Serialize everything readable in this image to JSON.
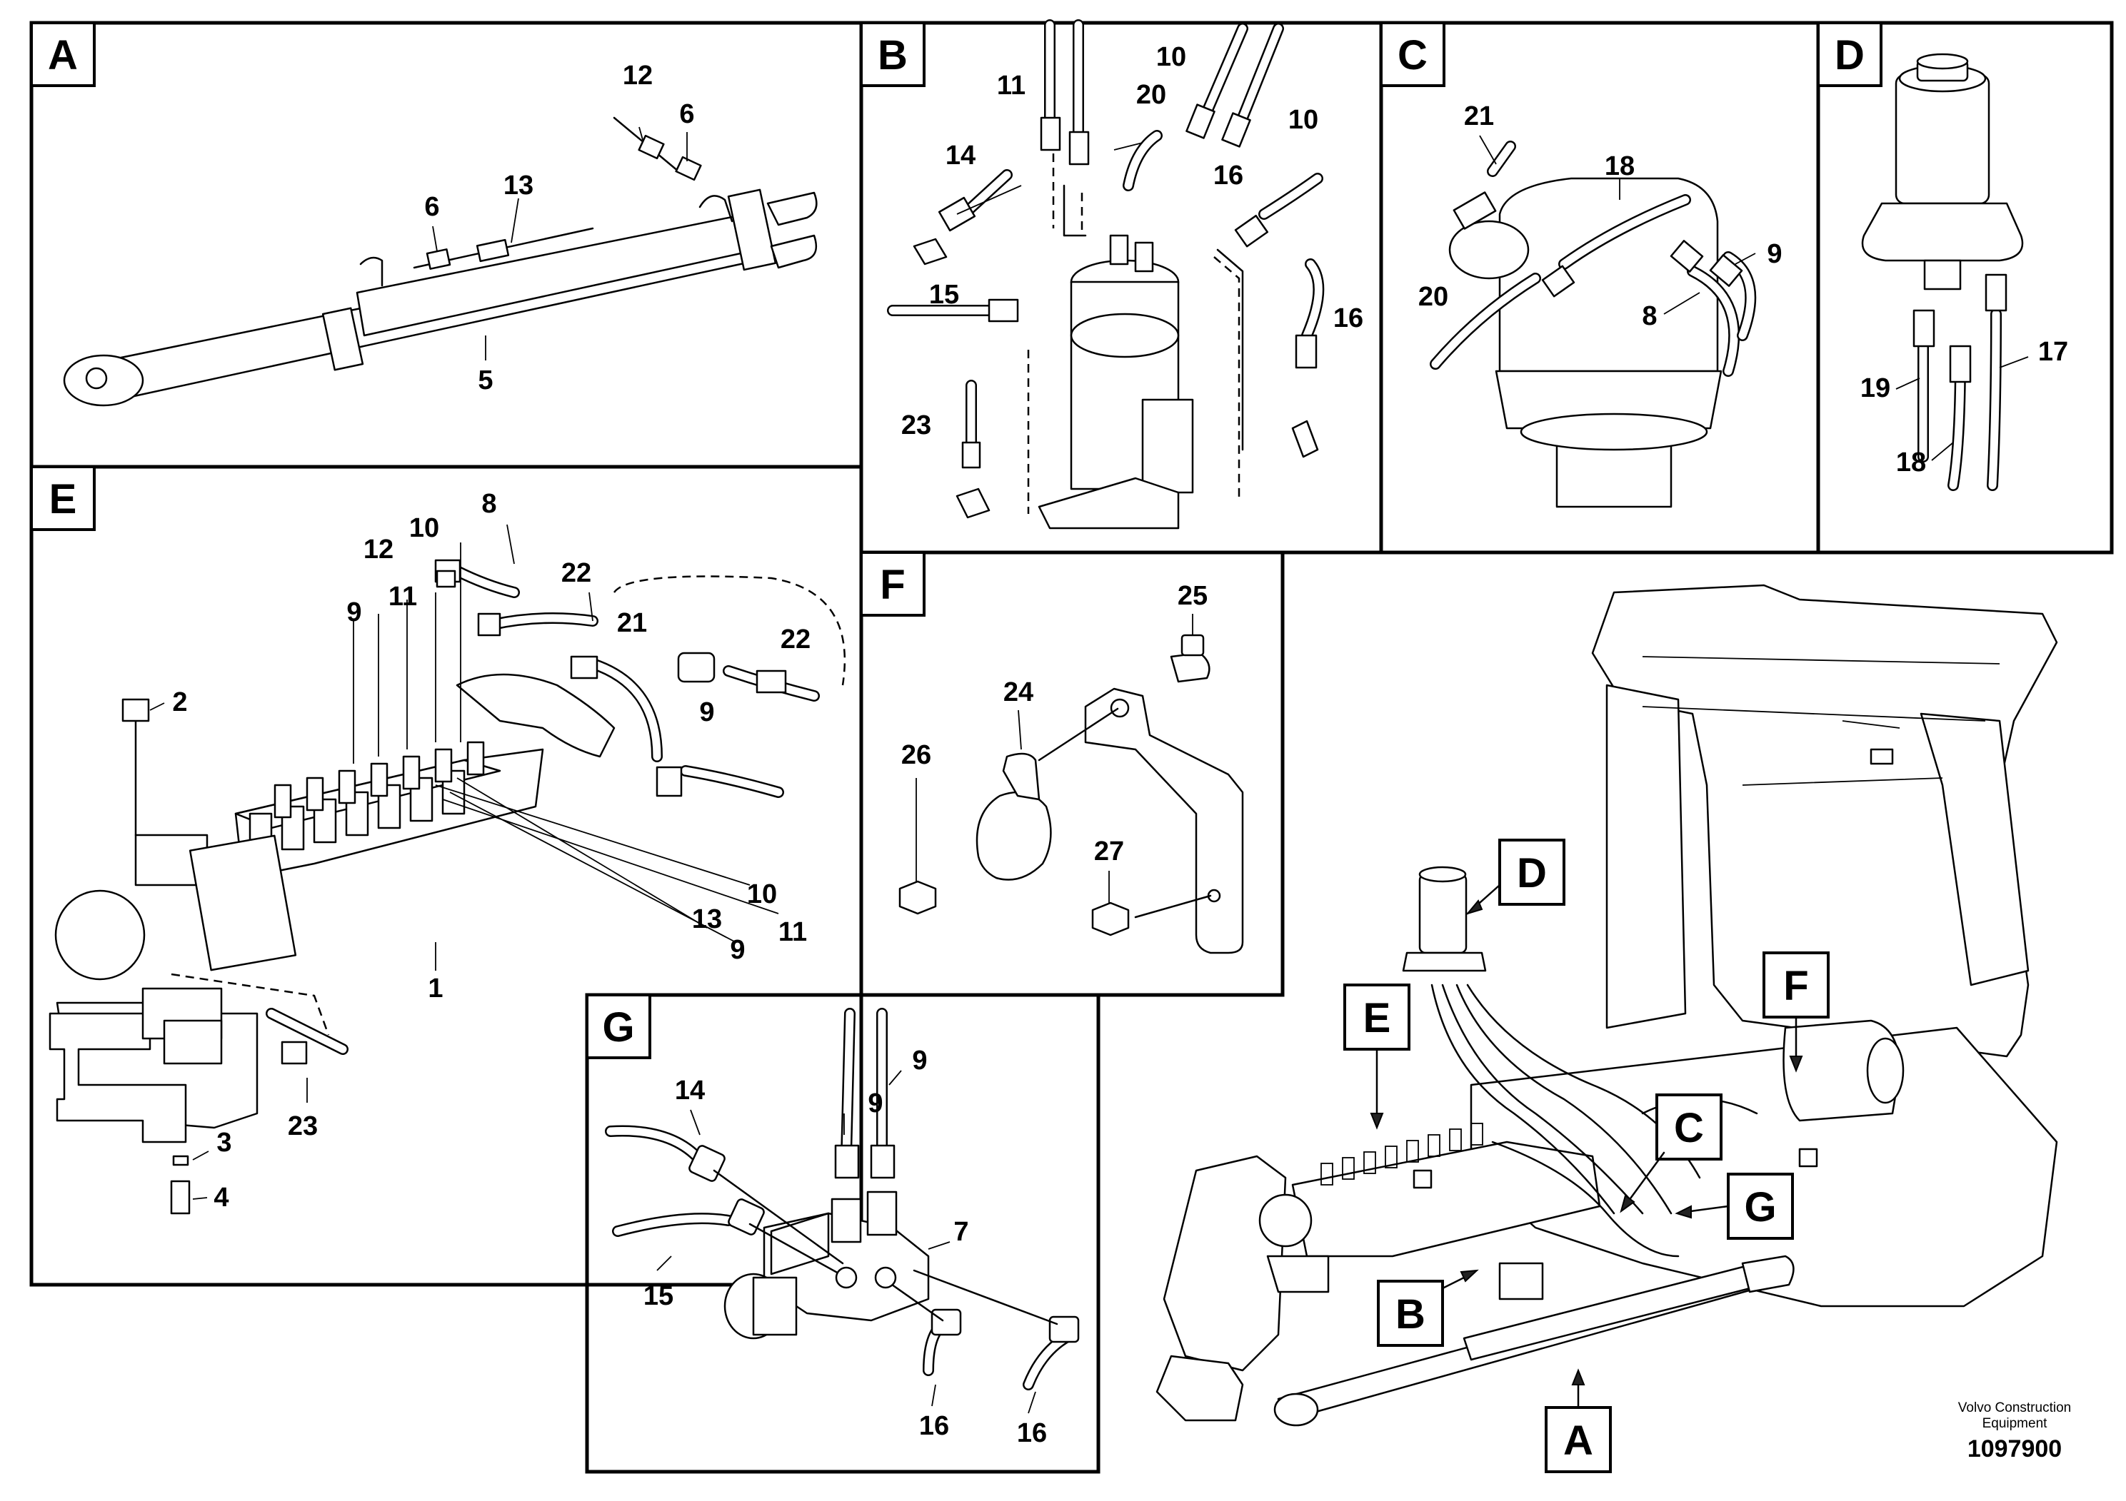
{
  "panels": [
    {
      "letter": "A",
      "callouts": [
        "12",
        "6",
        "6",
        "13",
        "5"
      ]
    },
    {
      "letter": "B",
      "callouts": [
        "11",
        "10",
        "20",
        "10",
        "14",
        "16",
        "15",
        "16",
        "23"
      ]
    },
    {
      "letter": "C",
      "callouts": [
        "21",
        "18",
        "9",
        "20",
        "8"
      ]
    },
    {
      "letter": "D",
      "callouts": [
        "19",
        "17",
        "18"
      ]
    },
    {
      "letter": "E",
      "callouts": [
        "8",
        "10",
        "12",
        "22",
        "11",
        "9",
        "21",
        "22",
        "2",
        "9",
        "10",
        "13",
        "11",
        "9",
        "1",
        "3",
        "23",
        "4"
      ]
    },
    {
      "letter": "F",
      "callouts": [
        "25",
        "24",
        "26",
        "27"
      ]
    },
    {
      "letter": "G",
      "callouts": [
        "9",
        "9",
        "14",
        "7",
        "15",
        "16",
        "16"
      ]
    }
  ],
  "overview_tags": [
    "D",
    "E",
    "F",
    "C",
    "G",
    "B",
    "A"
  ],
  "footer": {
    "company_line1": "Volvo Construction",
    "company_line2": "Equipment",
    "drawing_number": "1097900"
  }
}
